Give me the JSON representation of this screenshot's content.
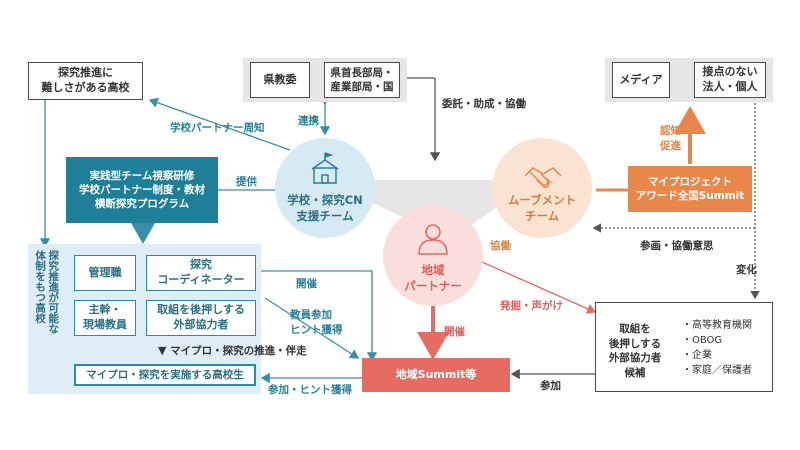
{
  "nodes": {
    "difficult_schools": "探究推進に\n難しさがある高校",
    "prefectural_board": "県教委",
    "governor_depts": "県首長部局・\n産業部局・国",
    "media": "メディア",
    "unconnected": "接点のない\n法人・個人",
    "training_programs": "実践型チーム視察研修\n学校パートナー制度・教材\n横断探究プログラム",
    "school_cn_team": "学校・探究CN\n支援チーム",
    "movement_team": "ムーブメント\nチーム",
    "regional_partner": "地域\nパートナー",
    "myproject_award": "マイプロジェクト\nアワード全国Summit",
    "capable_schools": "探究推進が可能な\n体制をもつ高校",
    "management": "管理職",
    "coordinator": "探究\nコーディネーター",
    "core_teachers": "主幹・\n現場教員",
    "external_supporters": "取組を後押しする\n外部協力者",
    "students": "マイプロ・探究を実施する高校生",
    "regional_summit": "地域Summit等",
    "external_candidates": "取組を\n後押しする\n外部協力者\n候補"
  },
  "candidates_list": [
    "・高等教育機関",
    "・OBOG",
    "・企業",
    "・家庭／保護者"
  ],
  "edges": {
    "school_partner_publicity": "学校パートナー周知",
    "cooperation": "連携",
    "entrust": "委託・助成・協働",
    "provide": "提供",
    "recognition": "認知\n促進",
    "collaboration": "協働",
    "planning": "参画・協働意思",
    "change": "変化",
    "host1": "開催",
    "host2": "開催",
    "teacher_participation": "教員参加\nヒント獲得",
    "outreach": "発掘・声がけ",
    "promotion": "マイプロ・探究の推進・伴走",
    "participate_hint": "参加・ヒント獲得",
    "participate": "参加"
  },
  "colors": {
    "teal": "#1f7f98",
    "light_blue": "#deedf6",
    "orange": "#e8874a",
    "coral": "#e56b63"
  }
}
